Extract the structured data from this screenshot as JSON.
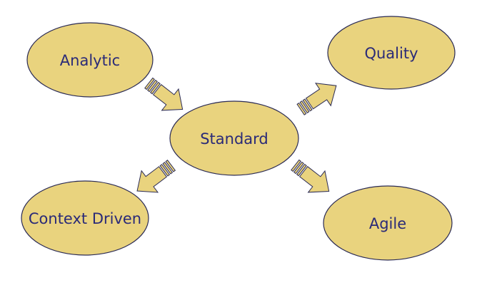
{
  "diagram": {
    "colors": {
      "node_fill": "#E9D37E",
      "node_stroke": "#2B2B55",
      "text": "#2A2A78",
      "arrow_fill": "#E9D37E",
      "arrow_stroke": "#2B2B55"
    },
    "nodes": {
      "analytic": "Analytic",
      "quality": "Quality",
      "standard": "Standard",
      "context_driven": "Context Driven",
      "agile": "Agile"
    }
  }
}
